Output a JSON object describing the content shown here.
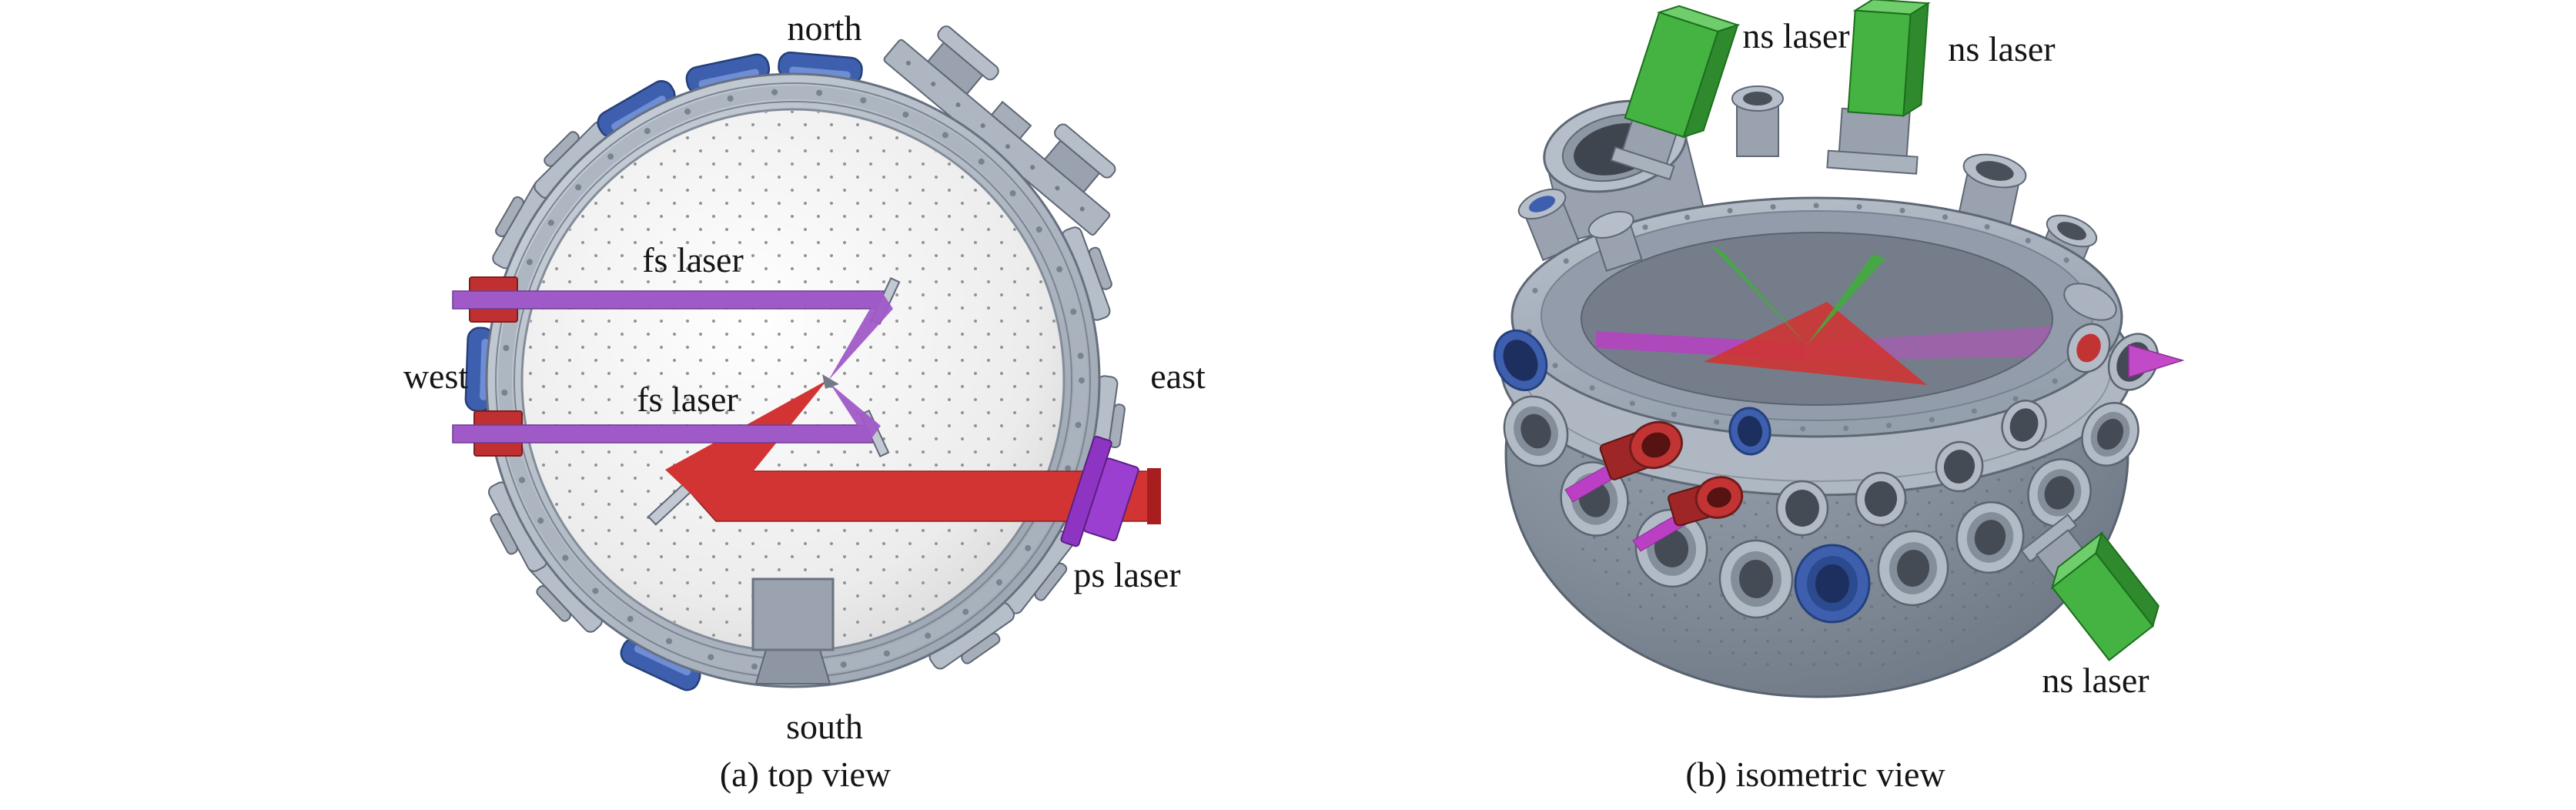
{
  "panel_a": {
    "caption": "(a) top view",
    "labels": {
      "north": "north",
      "south": "south",
      "west": "west",
      "east": "east",
      "fs_laser_upper": "fs laser",
      "fs_laser_lower": "fs laser",
      "ps_laser": "ps laser"
    }
  },
  "panel_b": {
    "caption": "(b) isometric view",
    "labels": {
      "ns_laser_top_left": "ns laser",
      "ns_laser_top_right": "ns laser",
      "ns_laser_bottom_right": "ns laser"
    }
  },
  "colors": {
    "fs_laser_beam": "#a05ac8",
    "ps_laser_beam": "#d23434",
    "ns_laser_block": "#44b342",
    "viewport_blue": "#3d5fae",
    "chamber_gray": "#a6afbb",
    "background": "#ffffff"
  }
}
